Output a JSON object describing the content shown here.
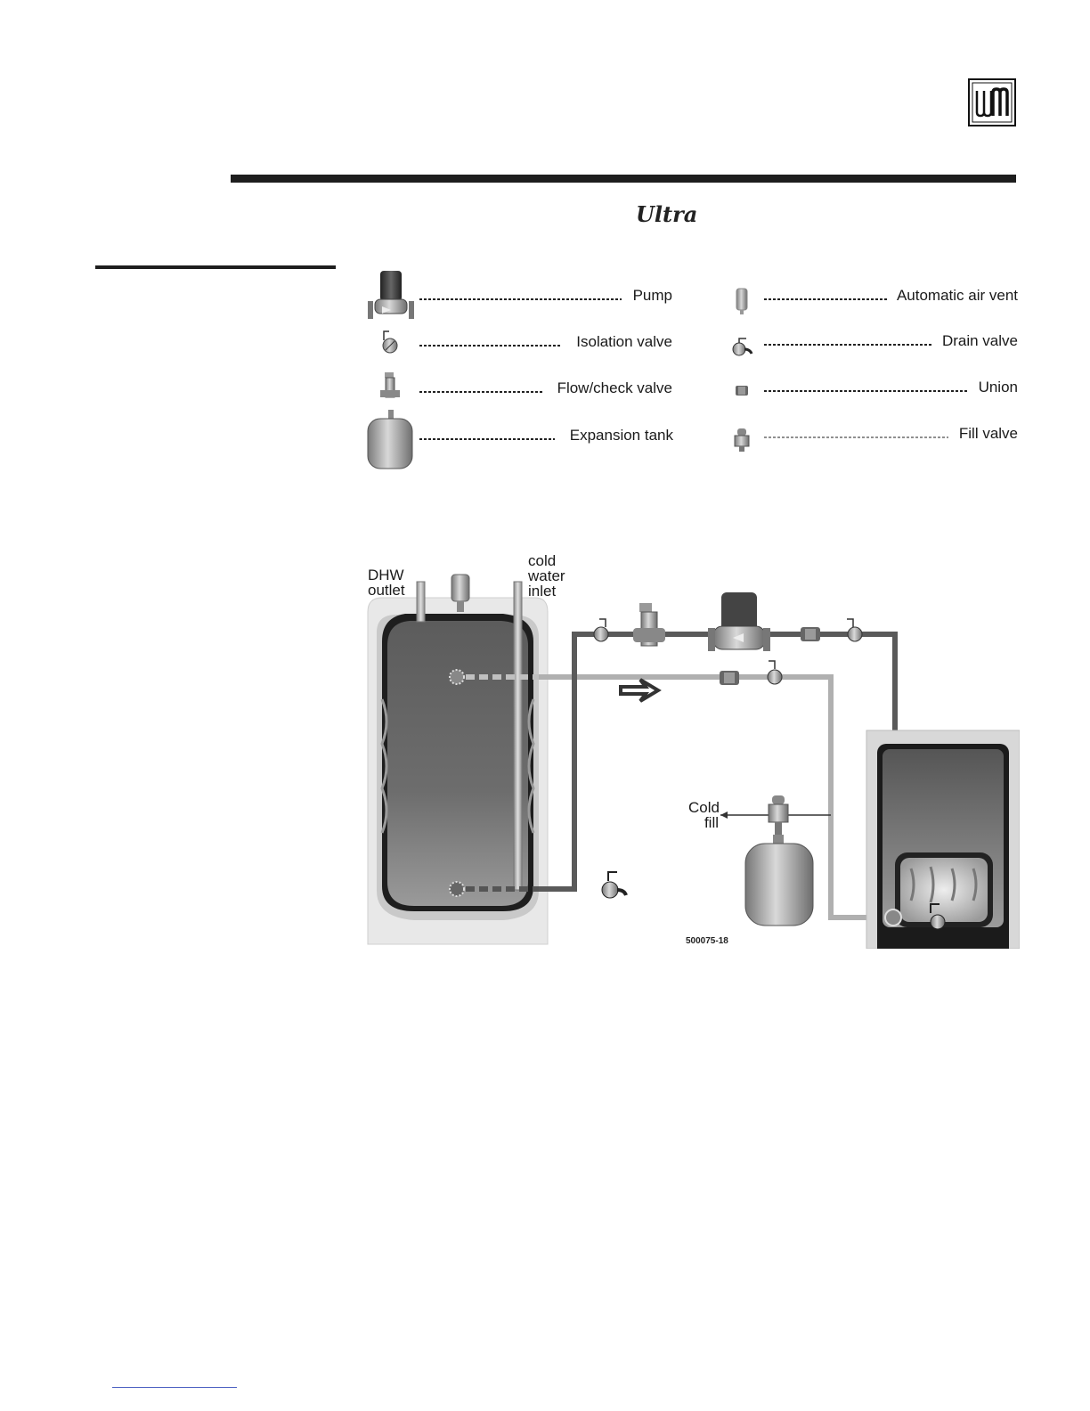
{
  "header": {
    "logo_text": "WM",
    "brand_word": "Ultra"
  },
  "legend": {
    "items": [
      {
        "label": "Pump",
        "icon": "pump-icon"
      },
      {
        "label": "Isolation valve",
        "icon": "isolation-valve-icon"
      },
      {
        "label": "Flow/check valve",
        "icon": "flow-check-valve-icon"
      },
      {
        "label": "Expansion tank",
        "icon": "expansion-tank-icon"
      },
      {
        "label": "Automatic air vent",
        "icon": "air-vent-icon"
      },
      {
        "label": "Drain valve",
        "icon": "drain-valve-icon"
      },
      {
        "label": "Union",
        "icon": "union-icon"
      },
      {
        "label": "Fill valve",
        "icon": "fill-valve-icon"
      }
    ]
  },
  "diagram": {
    "dhw_outlet": [
      "DHW",
      "outlet"
    ],
    "cold_water_inlet": [
      "cold",
      "water",
      "inlet"
    ],
    "cold_fill": [
      "Cold",
      "fill"
    ],
    "figure_id": "500075-18",
    "colors": {
      "supply_pipe": "#5a5a5a",
      "return_pipe": "#b0b0b0",
      "tank_shell": "#e6e6e6"
    }
  }
}
